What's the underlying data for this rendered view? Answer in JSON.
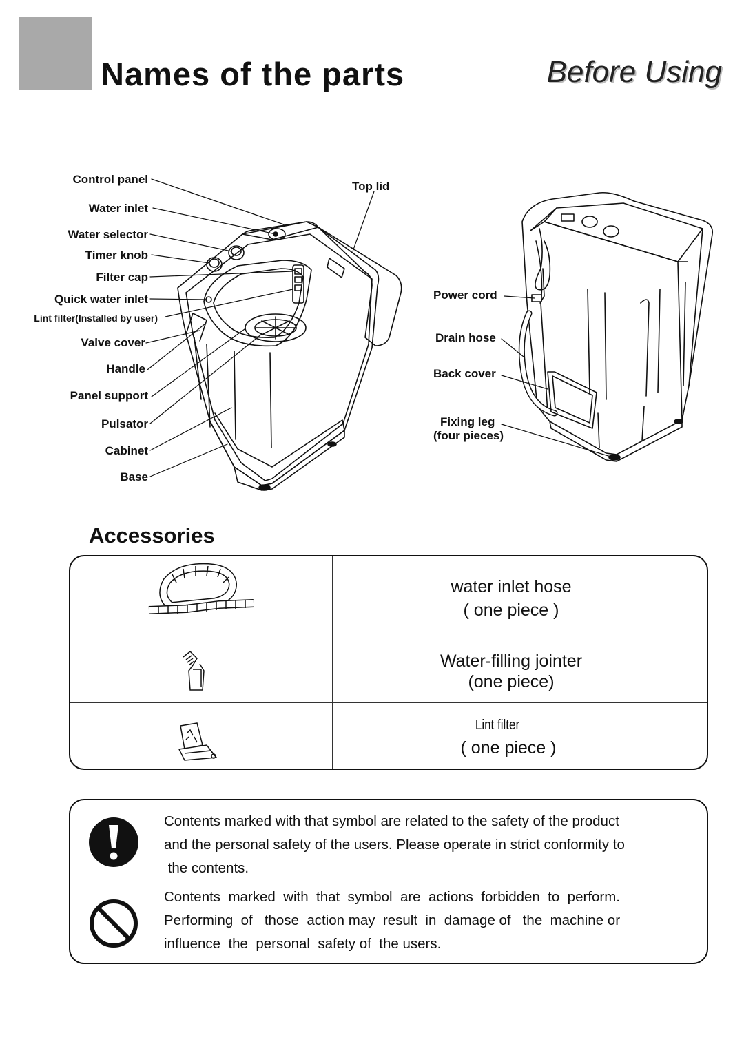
{
  "header": {
    "title": "Names of the parts",
    "section": "Before Using"
  },
  "parts": {
    "left_labels": [
      "Control panel",
      "Water inlet",
      "Water selector",
      "Timer knob",
      "Filter cap",
      "Quick water inlet",
      "Lint filter(Installed by user)",
      "Valve cover",
      "Handle",
      "Panel support",
      "Pulsator",
      "Cabinet",
      "Base"
    ],
    "top_lid": "Top lid",
    "right_labels": [
      "Power cord",
      "Drain hose",
      "Back cover",
      "Fixing leg",
      "(four pieces)"
    ]
  },
  "accessories": {
    "title": "Accessories",
    "items": [
      {
        "name": "water inlet hose",
        "qty": "( one piece )",
        "icon": "hose-icon"
      },
      {
        "name": "Water-filling jointer",
        "qty": "(one piece)",
        "icon": "jointer-icon"
      },
      {
        "name": "Lint filter",
        "qty": "( one piece )",
        "icon": "lint-filter-icon"
      }
    ]
  },
  "notices": [
    {
      "icon": "warning-exclamation-icon",
      "lines": [
        "Contents  marked  with  that symbol are related to the safety of the product",
        "and  the  personal safety of  the users. Please operate in strict conformity to",
        " the contents."
      ]
    },
    {
      "icon": "prohibited-icon",
      "lines": [
        "Contents  marked  with  that  symbol  are  actions  forbidden  to  perform.",
        "Performing  of   those  action may  result  in  damage of   the  machine or",
        "influence  the  personal  safety of  the users."
      ]
    }
  ]
}
